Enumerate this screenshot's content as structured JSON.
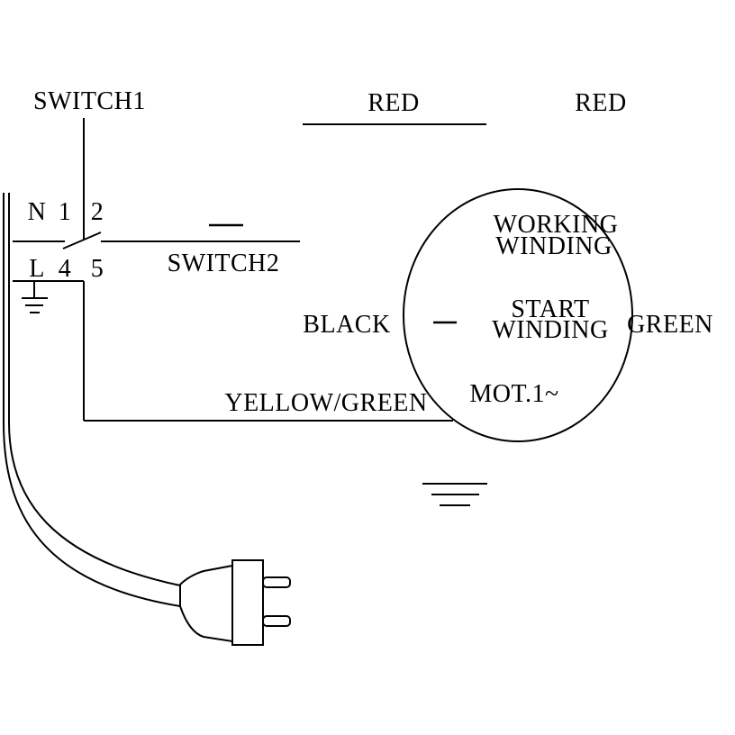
{
  "colors": {
    "stroke": "#000000",
    "background": "#ffffff"
  },
  "labels": {
    "switch1": "SWITCH1",
    "switch2": "SWITCH2",
    "red_left": "RED",
    "red_right": "RED",
    "black": "BLACK",
    "green": "GREEN",
    "yellow_green": "YELLOW/GREEN",
    "working_line1": "WORKING",
    "working_line2": "WINDING",
    "start_line1": "START",
    "start_line2": "WINDING",
    "motor": "MOT.1~"
  },
  "terminals": {
    "n": "N",
    "t1": "1",
    "t2": "2",
    "l": "L",
    "t4": "4",
    "t5": "5"
  }
}
